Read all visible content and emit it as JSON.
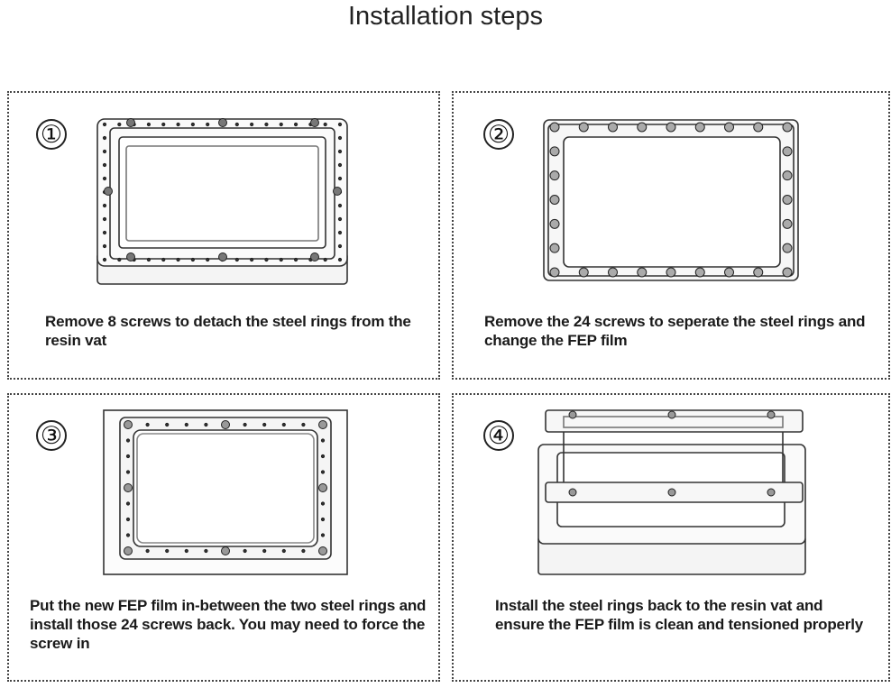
{
  "title": "Installation steps",
  "steps": [
    {
      "number": "①",
      "text": "Remove 8 screws to detach the steel rings from the resin vat"
    },
    {
      "number": "②",
      "text": "Remove the 24 screws to seperate the steel rings and change the FEP film"
    },
    {
      "number": "③",
      "text": "Put the new FEP film in-between the two steel rings and install those 24 screws back. You may need to force the screw in"
    },
    {
      "number": "④",
      "text": "Install the steel rings back to the resin vat and ensure the FEP film is clean and tensioned properly"
    }
  ]
}
